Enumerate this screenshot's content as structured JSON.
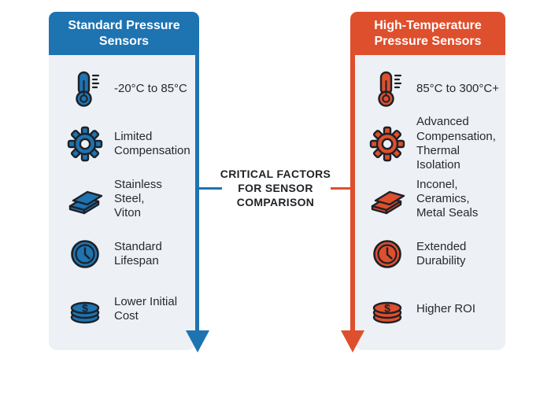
{
  "page": {
    "background": "#ffffff"
  },
  "center": {
    "title": "CRITICAL FACTORS\nFOR SENSOR\nCOMPARISON"
  },
  "colors": {
    "standard_blue": "#1e73b1",
    "high_temp_red": "#de4f2d",
    "panel_bg": "#edf0f4",
    "text_dark": "#26292d"
  },
  "columns": [
    {
      "header": "Standard Pressure\nSensors",
      "accent": "#1e73b1",
      "items": [
        {
          "icon": "thermometer-icon",
          "text": "-20°C to 85°C"
        },
        {
          "icon": "gear-icon",
          "text": "Limited\nCompensation"
        },
        {
          "icon": "material-layers-icon",
          "text": "Stainless Steel,\nViton"
        },
        {
          "icon": "clock-icon",
          "text": "Standard\nLifespan"
        },
        {
          "icon": "coins-icon",
          "text": "Lower Initial\nCost"
        }
      ]
    },
    {
      "header": "High-Temperature\nPressure Sensors",
      "accent": "#de4f2d",
      "items": [
        {
          "icon": "thermometer-icon",
          "text": "85°C to 300°C+"
        },
        {
          "icon": "gear-icon",
          "text": "Advanced\nCompensation,\nThermal Isolation"
        },
        {
          "icon": "material-layers-icon",
          "text": "Inconel,\nCeramics,\nMetal Seals"
        },
        {
          "icon": "clock-icon",
          "text": "Extended\nDurability"
        },
        {
          "icon": "coins-icon",
          "text": "Higher ROI"
        }
      ]
    }
  ]
}
